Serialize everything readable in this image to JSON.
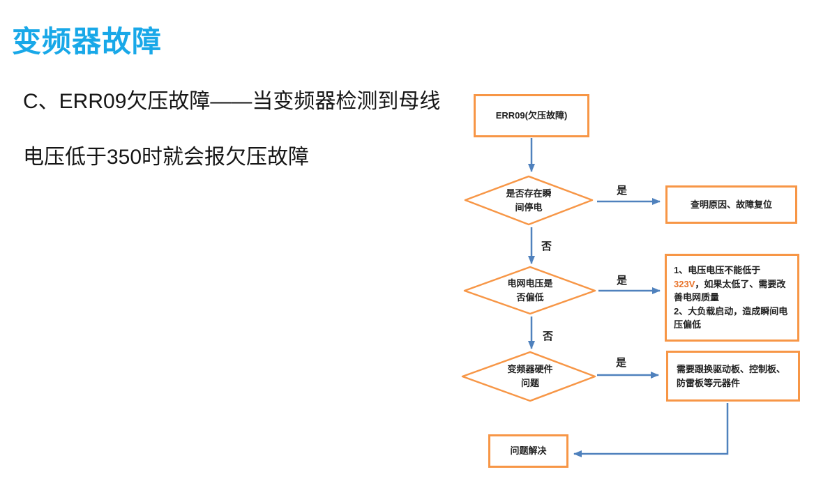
{
  "title": "变频器故障",
  "intro": {
    "line1": "C、ERR09欠压故障——当变频器检测到母线",
    "line2": "电压低于350时就会报欠压故障"
  },
  "colors": {
    "title_cyan": "#19A8E8",
    "shape_border_orange": "#F79646",
    "arrow_blue": "#4F81BD",
    "highlight_orange": "#E8732A",
    "text_dark": "#1f1f1f"
  },
  "flowchart": {
    "start": "ERR09(欠压故障)",
    "decisions": [
      {
        "text": "是否存在瞬\n间停电"
      },
      {
        "text": "电网电压是\n否偏低"
      },
      {
        "text": "变频器硬件\n问题"
      }
    ],
    "results": [
      {
        "text": "查明原因、故障复位"
      },
      {
        "pre": "1、电压电压不能低于",
        "highlight": "323V",
        "post": "，如果太低了、需要改善电网质量\n2、大负载启动，造成瞬间电压偏低"
      },
      {
        "text": "需要跟换驱动板、控制板、\n防雷板等元器件"
      }
    ],
    "end": "问题解决",
    "labels": {
      "yes": "是",
      "no": "否"
    }
  }
}
